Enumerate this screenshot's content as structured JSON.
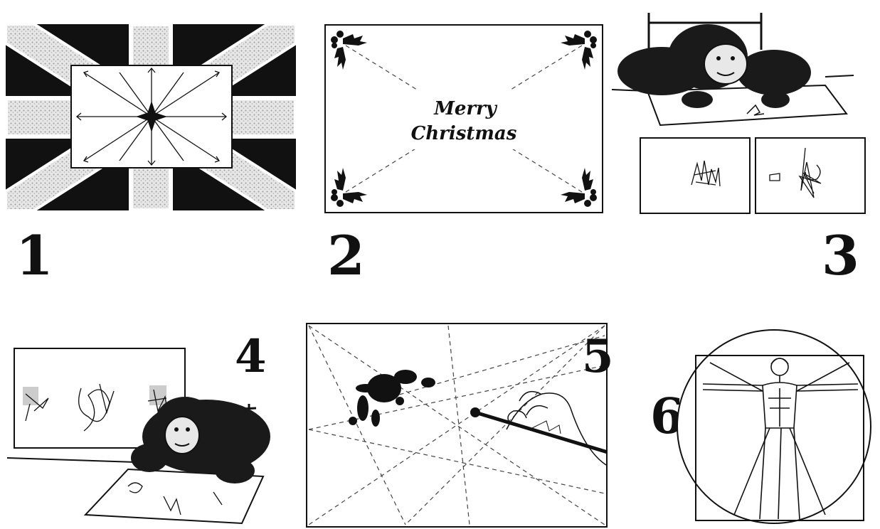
{
  "panel_numbers": [
    "1",
    "2",
    "3",
    "4",
    "5",
    "6"
  ],
  "card_text": {
    "line1": "Merry",
    "line2": "Christmas"
  },
  "colors": {
    "ink": "#111111",
    "paper": "#ffffff",
    "stipple": "#c8c8c8",
    "chimp": "#1a1a1a"
  },
  "icons": [
    "union-flag-icon",
    "holly-icon",
    "chimpanzee-icon",
    "paint-splat-icon",
    "paintbrush-hand-icon",
    "vitruvian-man-icon"
  ]
}
